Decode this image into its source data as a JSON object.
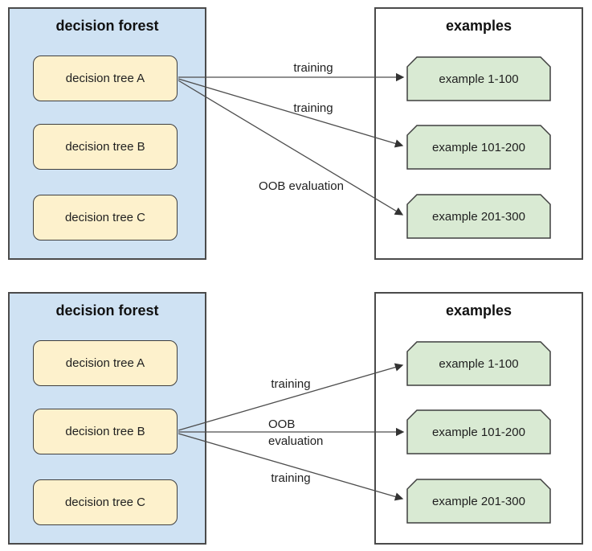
{
  "colors": {
    "forest_fill": "#cfe2f3",
    "tree_fill": "#fdf1cc",
    "example_fill": "#d9ead3",
    "container_border": "#4b4b4b",
    "node_border": "#3f3f3f",
    "arrow_color": "#4d4d4d",
    "text_color": "#1f1f1f"
  },
  "diagram": {
    "panels": [
      {
        "forest": {
          "title": "decision forest",
          "trees": [
            "decision tree A",
            "decision tree B",
            "decision tree C"
          ]
        },
        "examples": {
          "title": "examples",
          "sets": [
            "example 1-100",
            "example 101-200",
            "example 201-300"
          ]
        },
        "source_tree": "decision tree A",
        "arrows": [
          {
            "label": "training",
            "from": "decision tree A",
            "to": "example 1-100"
          },
          {
            "label": "training",
            "from": "decision tree A",
            "to": "example 101-200"
          },
          {
            "label": "OOB evaluation",
            "from": "decision tree A",
            "to": "example 201-300"
          }
        ]
      },
      {
        "forest": {
          "title": "decision forest",
          "trees": [
            "decision tree A",
            "decision tree B",
            "decision tree C"
          ]
        },
        "examples": {
          "title": "examples",
          "sets": [
            "example 1-100",
            "example 101-200",
            "example 201-300"
          ]
        },
        "source_tree": "decision tree B",
        "arrows": [
          {
            "label": "training",
            "from": "decision tree B",
            "to": "example 1-100"
          },
          {
            "label": "OOB evaluation",
            "from": "decision tree B",
            "to": "example 101-200"
          },
          {
            "label": "training",
            "from": "decision tree B",
            "to": "example 201-300"
          }
        ]
      }
    ]
  }
}
